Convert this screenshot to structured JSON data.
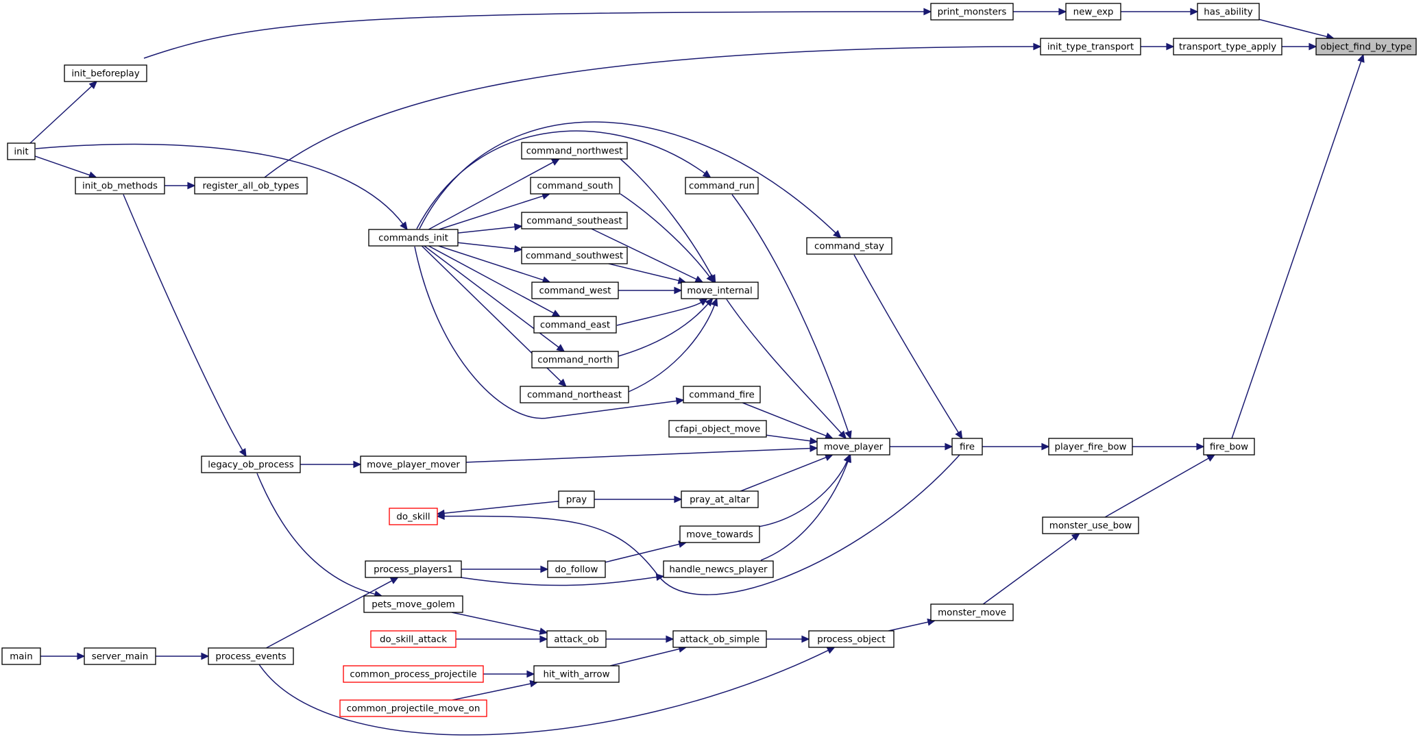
{
  "graph": {
    "root": "object_find_by_type",
    "nodes": [
      {
        "id": "object_find_by_type",
        "label": "object_find_by_type",
        "style": "root"
      },
      {
        "id": "has_ability",
        "label": "has_ability"
      },
      {
        "id": "new_exp",
        "label": "new_exp"
      },
      {
        "id": "print_monsters",
        "label": "print_monsters"
      },
      {
        "id": "init_beforeplay",
        "label": "init_beforeplay"
      },
      {
        "id": "init",
        "label": "init"
      },
      {
        "id": "transport_type_apply",
        "label": "transport_type_apply"
      },
      {
        "id": "init_type_transport",
        "label": "init_type_transport"
      },
      {
        "id": "register_all_ob_types",
        "label": "register_all_ob_types"
      },
      {
        "id": "init_ob_methods",
        "label": "init_ob_methods"
      },
      {
        "id": "fire_bow",
        "label": "fire_bow"
      },
      {
        "id": "player_fire_bow",
        "label": "player_fire_bow"
      },
      {
        "id": "fire",
        "label": "fire"
      },
      {
        "id": "move_player",
        "label": "move_player"
      },
      {
        "id": "command_stay",
        "label": "command_stay"
      },
      {
        "id": "command_run",
        "label": "command_run"
      },
      {
        "id": "move_internal",
        "label": "move_internal"
      },
      {
        "id": "command_northwest",
        "label": "command_northwest"
      },
      {
        "id": "command_south",
        "label": "command_south"
      },
      {
        "id": "command_southeast",
        "label": "command_southeast"
      },
      {
        "id": "command_southwest",
        "label": "command_southwest"
      },
      {
        "id": "command_west",
        "label": "command_west"
      },
      {
        "id": "command_east",
        "label": "command_east"
      },
      {
        "id": "command_north",
        "label": "command_north"
      },
      {
        "id": "command_northeast",
        "label": "command_northeast"
      },
      {
        "id": "commands_init",
        "label": "commands_init"
      },
      {
        "id": "command_fire",
        "label": "command_fire"
      },
      {
        "id": "cfapi_object_move",
        "label": "cfapi_object_move"
      },
      {
        "id": "move_player_mover",
        "label": "move_player_mover"
      },
      {
        "id": "legacy_ob_process",
        "label": "legacy_ob_process"
      },
      {
        "id": "pray_at_altar",
        "label": "pray_at_altar"
      },
      {
        "id": "pray",
        "label": "pray"
      },
      {
        "id": "do_skill",
        "label": "do_skill",
        "style": "truncated"
      },
      {
        "id": "move_towards",
        "label": "move_towards"
      },
      {
        "id": "do_follow",
        "label": "do_follow"
      },
      {
        "id": "process_players1",
        "label": "process_players1"
      },
      {
        "id": "handle_newcs_player",
        "label": "handle_newcs_player"
      },
      {
        "id": "monster_use_bow",
        "label": "monster_use_bow"
      },
      {
        "id": "monster_move",
        "label": "monster_move"
      },
      {
        "id": "process_object",
        "label": "process_object"
      },
      {
        "id": "attack_ob_simple",
        "label": "attack_ob_simple"
      },
      {
        "id": "attack_ob",
        "label": "attack_ob"
      },
      {
        "id": "pets_move_golem",
        "label": "pets_move_golem"
      },
      {
        "id": "do_skill_attack",
        "label": "do_skill_attack",
        "style": "truncated"
      },
      {
        "id": "hit_with_arrow",
        "label": "hit_with_arrow"
      },
      {
        "id": "common_process_projectile",
        "label": "common_process_projectile",
        "style": "truncated"
      },
      {
        "id": "common_projectile_move_on",
        "label": "common_projectile_move_on",
        "style": "truncated"
      },
      {
        "id": "process_events",
        "label": "process_events"
      },
      {
        "id": "server_main",
        "label": "server_main"
      },
      {
        "id": "main",
        "label": "main"
      }
    ],
    "edges": [
      {
        "from": "has_ability",
        "to": "object_find_by_type"
      },
      {
        "from": "transport_type_apply",
        "to": "object_find_by_type"
      },
      {
        "from": "fire_bow",
        "to": "object_find_by_type"
      },
      {
        "from": "new_exp",
        "to": "has_ability"
      },
      {
        "from": "print_monsters",
        "to": "new_exp"
      },
      {
        "from": "init_beforeplay",
        "to": "print_monsters"
      },
      {
        "from": "init",
        "to": "init_beforeplay"
      },
      {
        "from": "init_type_transport",
        "to": "transport_type_apply"
      },
      {
        "from": "register_all_ob_types",
        "to": "init_type_transport"
      },
      {
        "from": "init_ob_methods",
        "to": "register_all_ob_types"
      },
      {
        "from": "init",
        "to": "init_ob_methods"
      },
      {
        "from": "init",
        "to": "commands_init"
      },
      {
        "from": "init_ob_methods",
        "to": "legacy_ob_process"
      },
      {
        "from": "player_fire_bow",
        "to": "fire_bow"
      },
      {
        "from": "monster_use_bow",
        "to": "fire_bow"
      },
      {
        "from": "fire",
        "to": "player_fire_bow"
      },
      {
        "from": "move_player",
        "to": "fire"
      },
      {
        "from": "command_stay",
        "to": "fire"
      },
      {
        "from": "fire",
        "to": "do_skill"
      },
      {
        "from": "commands_init",
        "to": "command_stay"
      },
      {
        "from": "commands_init",
        "to": "command_run"
      },
      {
        "from": "commands_init",
        "to": "command_northwest"
      },
      {
        "from": "commands_init",
        "to": "command_south"
      },
      {
        "from": "commands_init",
        "to": "command_southeast"
      },
      {
        "from": "commands_init",
        "to": "command_southwest"
      },
      {
        "from": "commands_init",
        "to": "command_west"
      },
      {
        "from": "commands_init",
        "to": "command_east"
      },
      {
        "from": "commands_init",
        "to": "command_north"
      },
      {
        "from": "commands_init",
        "to": "command_northeast"
      },
      {
        "from": "commands_init",
        "to": "command_fire"
      },
      {
        "from": "command_northwest",
        "to": "move_internal"
      },
      {
        "from": "command_south",
        "to": "move_internal"
      },
      {
        "from": "command_southeast",
        "to": "move_internal"
      },
      {
        "from": "command_southwest",
        "to": "move_internal"
      },
      {
        "from": "command_west",
        "to": "move_internal"
      },
      {
        "from": "command_east",
        "to": "move_internal"
      },
      {
        "from": "command_north",
        "to": "move_internal"
      },
      {
        "from": "command_northeast",
        "to": "move_internal"
      },
      {
        "from": "command_run",
        "to": "move_player"
      },
      {
        "from": "move_internal",
        "to": "move_player"
      },
      {
        "from": "command_fire",
        "to": "move_player"
      },
      {
        "from": "cfapi_object_move",
        "to": "move_player"
      },
      {
        "from": "move_player_mover",
        "to": "move_player"
      },
      {
        "from": "pray_at_altar",
        "to": "move_player"
      },
      {
        "from": "move_towards",
        "to": "move_player"
      },
      {
        "from": "handle_newcs_player",
        "to": "move_player"
      },
      {
        "from": "legacy_ob_process",
        "to": "move_player_mover"
      },
      {
        "from": "legacy_ob_process",
        "to": "pets_move_golem"
      },
      {
        "from": "pray",
        "to": "pray_at_altar"
      },
      {
        "from": "pray",
        "to": "do_skill"
      },
      {
        "from": "do_follow",
        "to": "move_towards"
      },
      {
        "from": "process_players1",
        "to": "do_follow"
      },
      {
        "from": "process_players1",
        "to": "handle_newcs_player"
      },
      {
        "from": "process_events",
        "to": "process_players1"
      },
      {
        "from": "process_events",
        "to": "process_object"
      },
      {
        "from": "monster_move",
        "to": "monster_use_bow"
      },
      {
        "from": "process_object",
        "to": "monster_move"
      },
      {
        "from": "attack_ob_simple",
        "to": "process_object"
      },
      {
        "from": "attack_ob",
        "to": "attack_ob_simple"
      },
      {
        "from": "hit_with_arrow",
        "to": "attack_ob_simple"
      },
      {
        "from": "pets_move_golem",
        "to": "attack_ob"
      },
      {
        "from": "do_skill_attack",
        "to": "attack_ob"
      },
      {
        "from": "common_process_projectile",
        "to": "hit_with_arrow"
      },
      {
        "from": "common_projectile_move_on",
        "to": "hit_with_arrow"
      },
      {
        "from": "server_main",
        "to": "process_events"
      },
      {
        "from": "main",
        "to": "server_main"
      }
    ]
  },
  "colors": {
    "edge": "#191970",
    "node_border": "#000000",
    "truncated_border": "#ff0000",
    "root_fill": "#bfbfbf"
  }
}
